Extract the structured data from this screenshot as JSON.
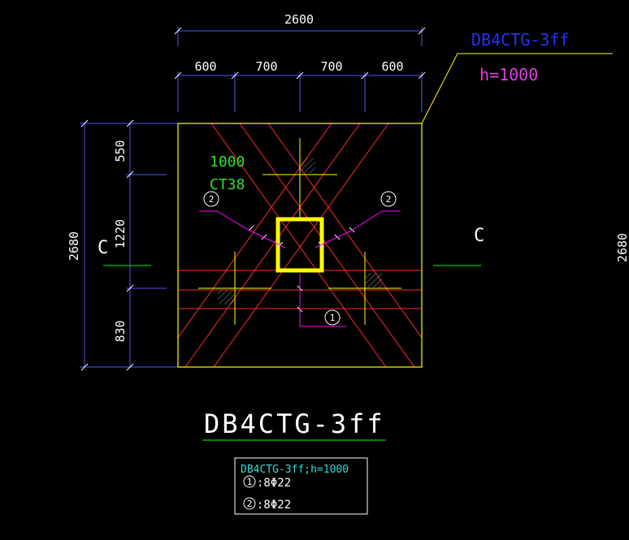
{
  "colors": {
    "background": "#000000",
    "outline": "#ffff00",
    "dimension": "#5555ff",
    "rebar": "#ff2a2a",
    "leader": "#ff00ff",
    "centerline": "#00ff00",
    "tag_blue": "#2233ff",
    "tag_magenta": "#e040e0"
  },
  "top_dims": {
    "overall": "2600",
    "segments": [
      "600",
      "700",
      "700",
      "600"
    ]
  },
  "left_dims": {
    "overall": "2680",
    "segments": [
      "550",
      "1220",
      "830"
    ]
  },
  "right_edge_dim": "2680",
  "section_marks": {
    "left": "C",
    "right": "C"
  },
  "tag": {
    "name": "DB4CTG-3ff",
    "height": "h=1000"
  },
  "inner_labels": {
    "depth": "1000",
    "type": "CT38"
  },
  "bubbles": {
    "left": "2",
    "right": "2",
    "bottom": "1"
  },
  "title": "DB4CTG-3ff",
  "legend": {
    "header": "DB4CTG-3ff;h=1000",
    "rows": [
      {
        "mark": "1",
        "text": ":8Φ22"
      },
      {
        "mark": "2",
        "text": ":8Φ22"
      }
    ]
  }
}
